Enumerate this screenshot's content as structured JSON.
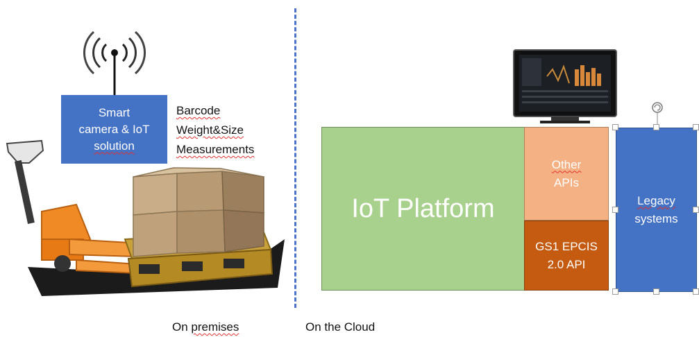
{
  "left_zone": {
    "smart_camera": {
      "lines": [
        "Smart",
        "camera & IoT",
        "solution"
      ]
    },
    "measurements": [
      "Barcode",
      "Weight&Size",
      "Measurements"
    ],
    "label": "On premises"
  },
  "right_zone": {
    "label": "On the Cloud",
    "iot_platform": "IoT Platform",
    "other_apis": [
      "Other",
      "APIs"
    ],
    "gs1_api": [
      "GS1 EPCIS",
      "2.0 API"
    ],
    "legacy": [
      "Legacy",
      "systems"
    ]
  },
  "colors": {
    "blue": "#4472c4",
    "green": "#a9d18e",
    "peach": "#f4b183",
    "rust": "#c55a11",
    "divider": "#4a72c6"
  },
  "icons": [
    "antenna-icon",
    "pallet-jack-icon",
    "boxes-icon",
    "pallet-icon",
    "monitor-icon",
    "rotate-handle-icon"
  ]
}
